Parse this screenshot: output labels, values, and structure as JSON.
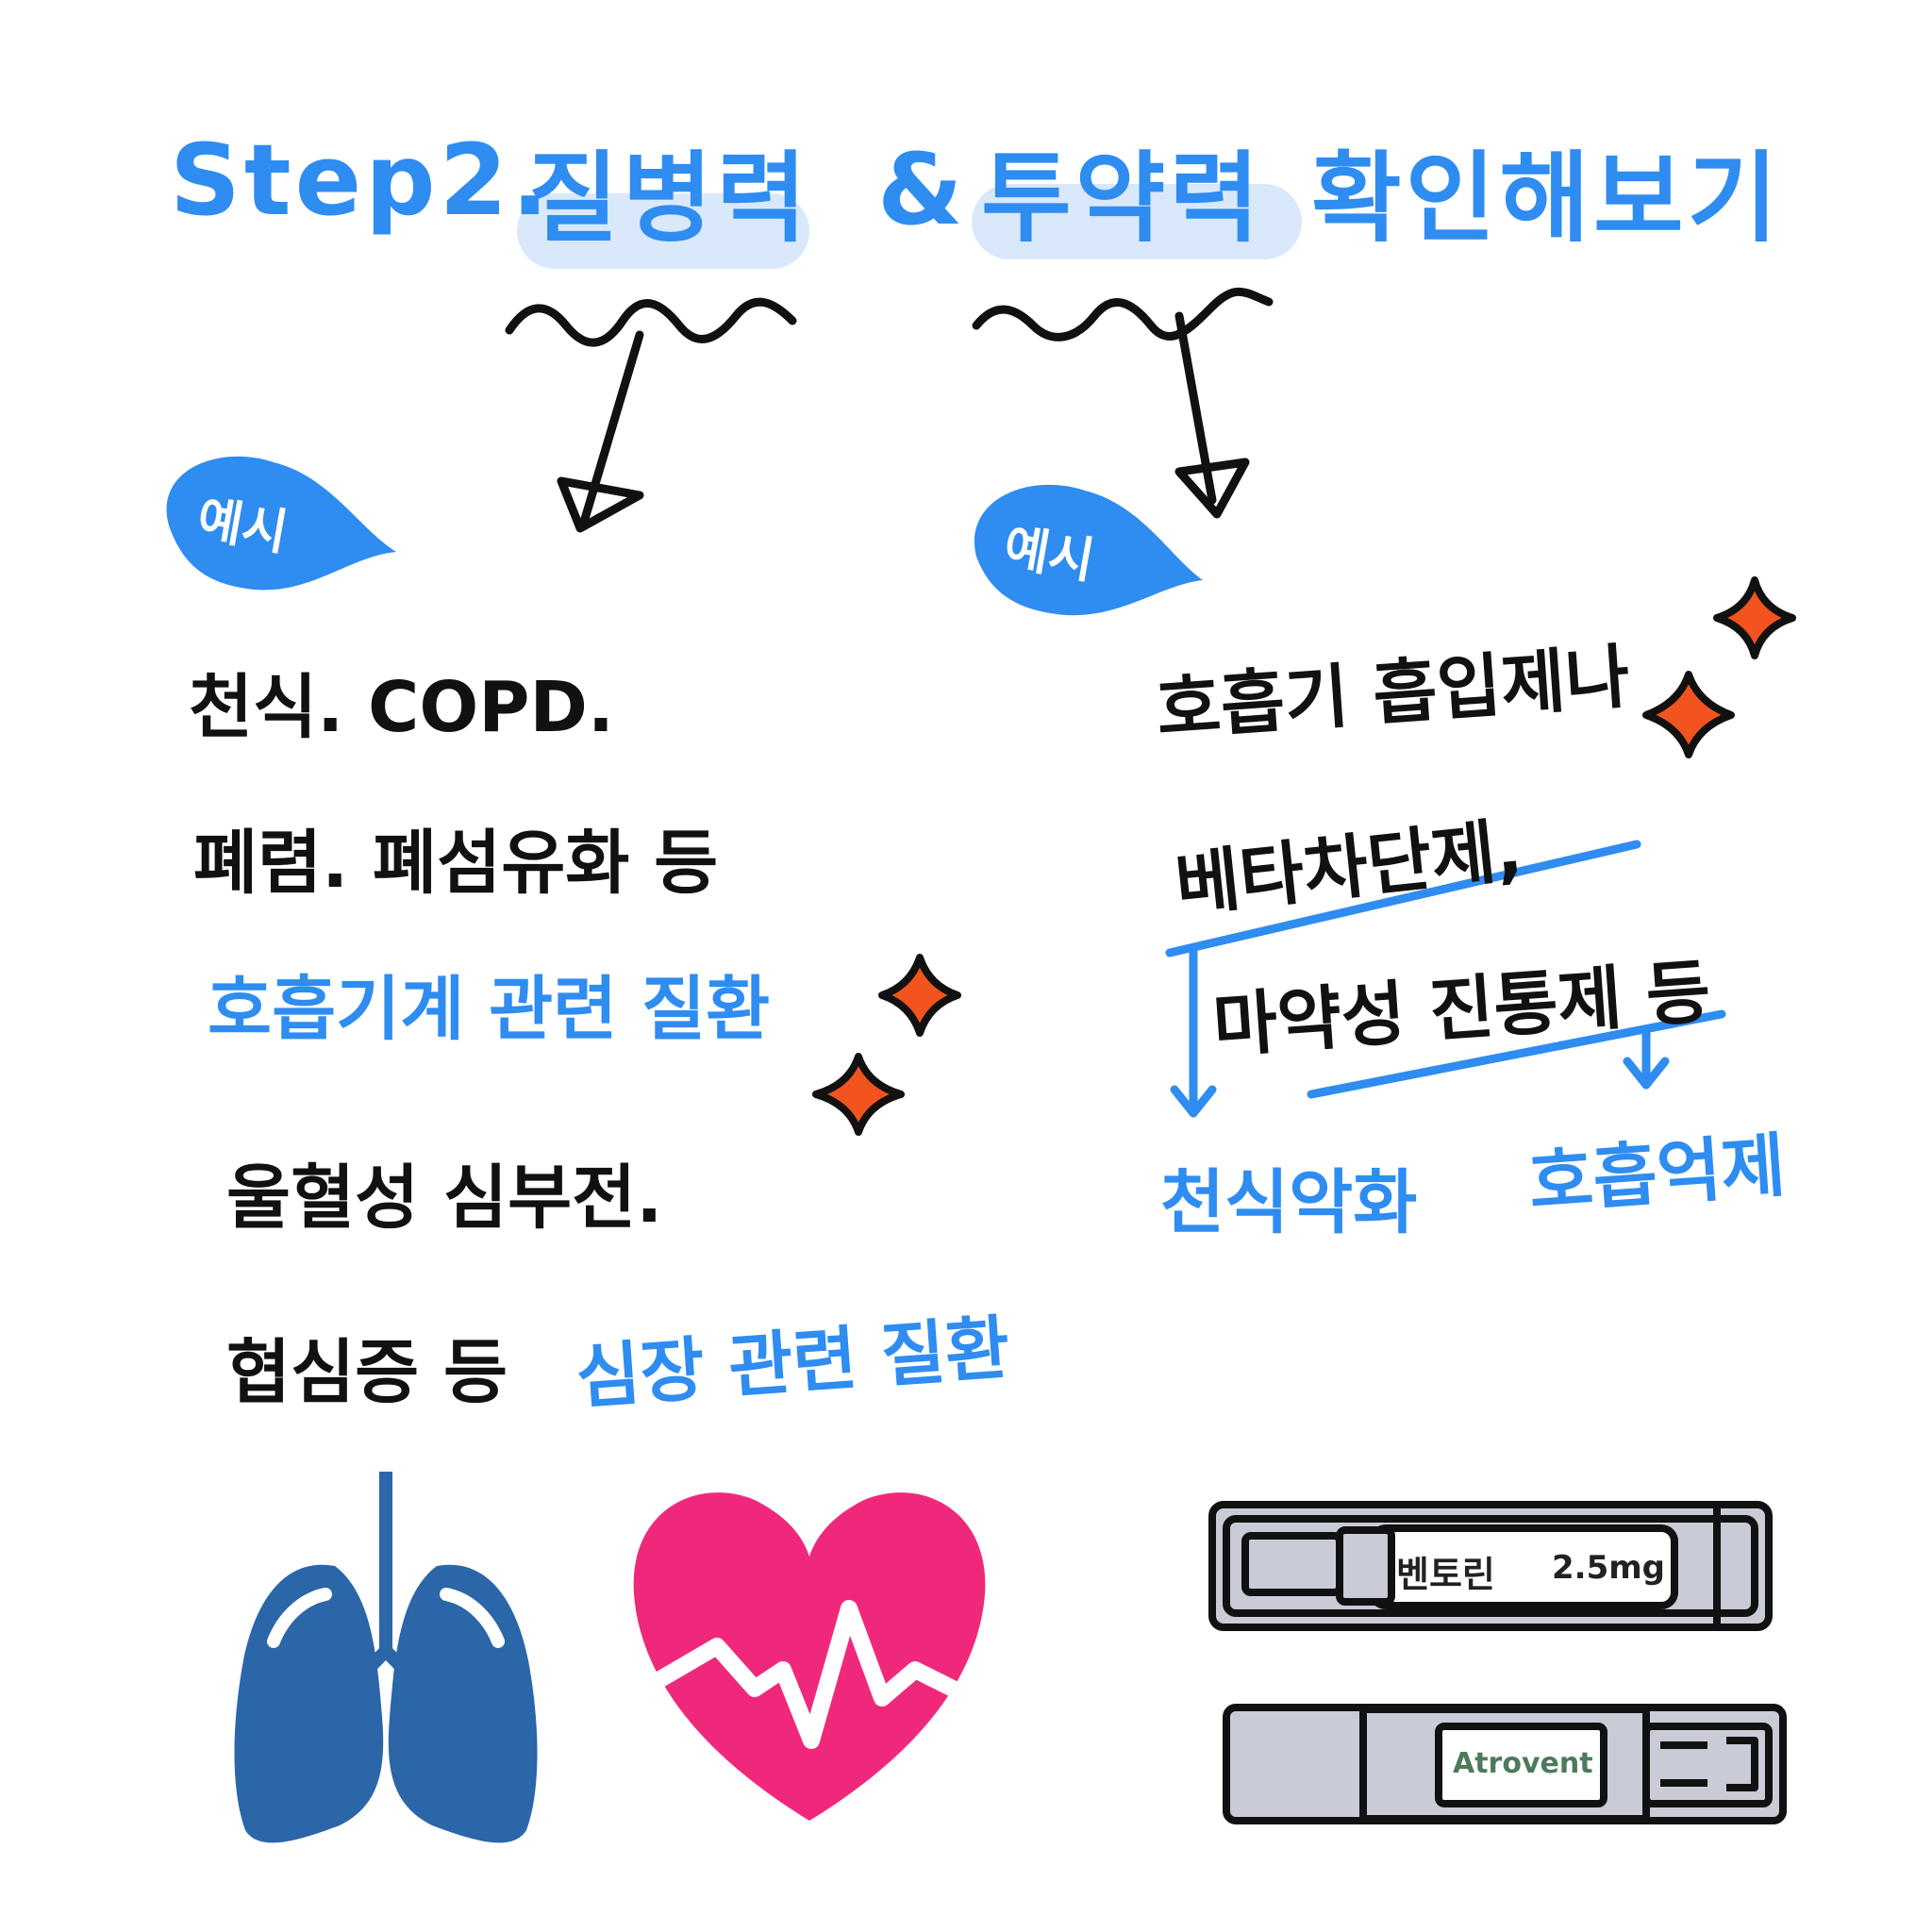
{
  "title": {
    "step": "Step2.",
    "word1": "질병력",
    "amp": "&",
    "word2": "투약력",
    "rest": "확인해보기"
  },
  "left": {
    "bubble": "예시",
    "line1": "천식. COPD.",
    "line2": "폐렴. 폐섬유화 등",
    "line3": "호흡기계 관련 질환",
    "line4": "울혈성 심부전.",
    "line5a": "협심증 등",
    "line5b": "심장 관련 질환"
  },
  "right": {
    "bubble": "예시",
    "line1": "호흡기 흡입제나",
    "line2": "베타차단제,",
    "line3": "마약성 진통제 등",
    "effect1": "천식악화",
    "effect2": "호흡억제"
  },
  "inhalers": {
    "top_brand": "벤토린",
    "top_dose": "2.5mg",
    "bottom_brand": "Atrovent"
  },
  "colors": {
    "blue_text": "#2f8cf0",
    "highlight": "#d9e9fb",
    "lungs": "#2a66a8",
    "heart": "#f0287c",
    "sparkle": "#f2531f",
    "inhaler_body": "#c9ccd6"
  }
}
